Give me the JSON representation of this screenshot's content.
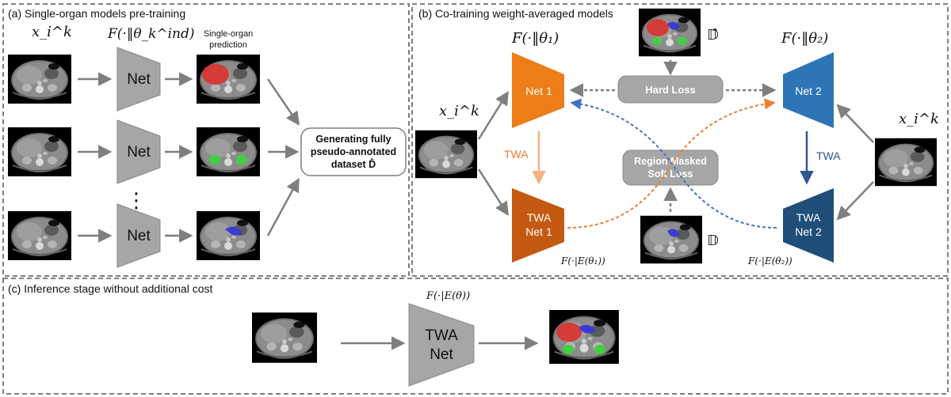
{
  "panels": {
    "a": "(a) Single-organ models pre-training",
    "b": "(b)  Co-training weight-averaged models",
    "c": "(c) Inference stage without  additional cost"
  },
  "panel_a": {
    "input_label": "x_i^k",
    "model_label": "F(·‖θ_k^ind)",
    "prediction_label_line1": "Single-organ",
    "prediction_label_line2": "prediction",
    "net_label": "Net",
    "dots": "⋮",
    "generate_line1": "Generating fully",
    "generate_line2": "pseudo-annotated",
    "generate_line3": "dataset D̂"
  },
  "panel_b": {
    "input_left": "x_i^k",
    "input_right": "x_i^k",
    "model1_label": "F(·‖θ₁)",
    "model2_label": "F(·‖θ₂)",
    "net1": "Net 1",
    "net2": "Net 2",
    "twa_net1_line1": "TWA",
    "twa_net1_line2": "Net 1",
    "twa_net2_line1": "TWA",
    "twa_net2_line2": "Net 2",
    "twa_left": "TWA",
    "twa_right": "TWA",
    "hard_loss": "Hard Loss",
    "soft_loss_line1": "Region Masked",
    "soft_loss_line2": "Soft Loss",
    "d_hat": "𝔻̂",
    "d": "𝔻",
    "ema1_label": "F(·|E(θ₁))",
    "ema2_label": "F(·|E(θ₂))"
  },
  "panel_c": {
    "model_label": "F(·|E(θ))",
    "twa_net_line1": "TWA",
    "twa_net_line2": "Net"
  },
  "colors": {
    "net_gray": "#a6a6a6",
    "net1_orange": "#ed7d16",
    "twa_net1_brown": "#c45911",
    "net2_blue": "#2e75b6",
    "twa_net2_navy": "#1f4e79",
    "arrow_gray": "#808080",
    "twa_arrow_orange": "#f4b183",
    "twa_arrow_blue": "#2f5597",
    "dash_blue": "#4472c4",
    "dash_orange": "#ed7d31"
  }
}
